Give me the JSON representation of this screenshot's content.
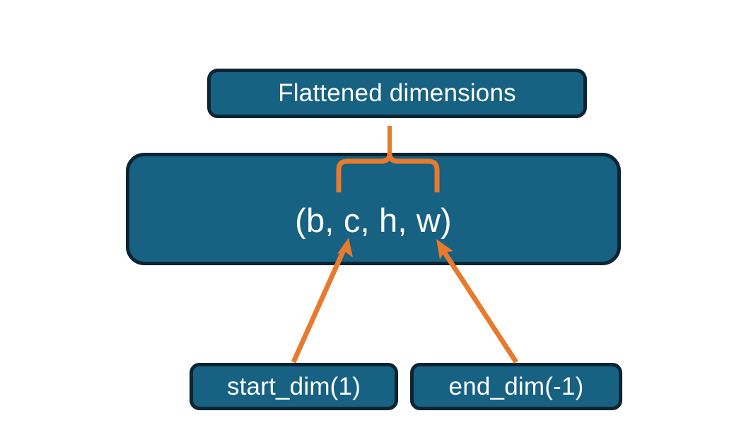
{
  "diagram": {
    "title_node": {
      "label": "Flattened dimensions",
      "name": "flattened-dimensions-box"
    },
    "shape_node": {
      "label": "(b, c, h, w)",
      "name": "tensor-shape-box",
      "dims": [
        "b",
        "c",
        "h",
        "w"
      ],
      "flattened_dims": [
        "c",
        "h",
        "w"
      ]
    },
    "start_node": {
      "label": "start_dim(1)",
      "name": "start-dim-box",
      "argument": 1
    },
    "end_node": {
      "label": "end_dim(-1)",
      "name": "end-dim-box",
      "argument": -1
    },
    "connectors": [
      {
        "name": "brace-connector",
        "kind": "curly-brace",
        "from": "shape_node",
        "to": "title_node",
        "spans": "c, h, w"
      },
      {
        "name": "start-dim-arrow",
        "kind": "arrow",
        "from": "start_node",
        "to": "shape_node",
        "points_at": "c"
      },
      {
        "name": "end-dim-arrow",
        "kind": "arrow",
        "from": "end_node",
        "to": "shape_node",
        "points_at": "w"
      }
    ],
    "colors": {
      "node_fill": "#176182",
      "node_border": "#0d2533",
      "node_text": "#ffffff",
      "connector": "#e87a2d",
      "background": "#ffffff"
    }
  }
}
